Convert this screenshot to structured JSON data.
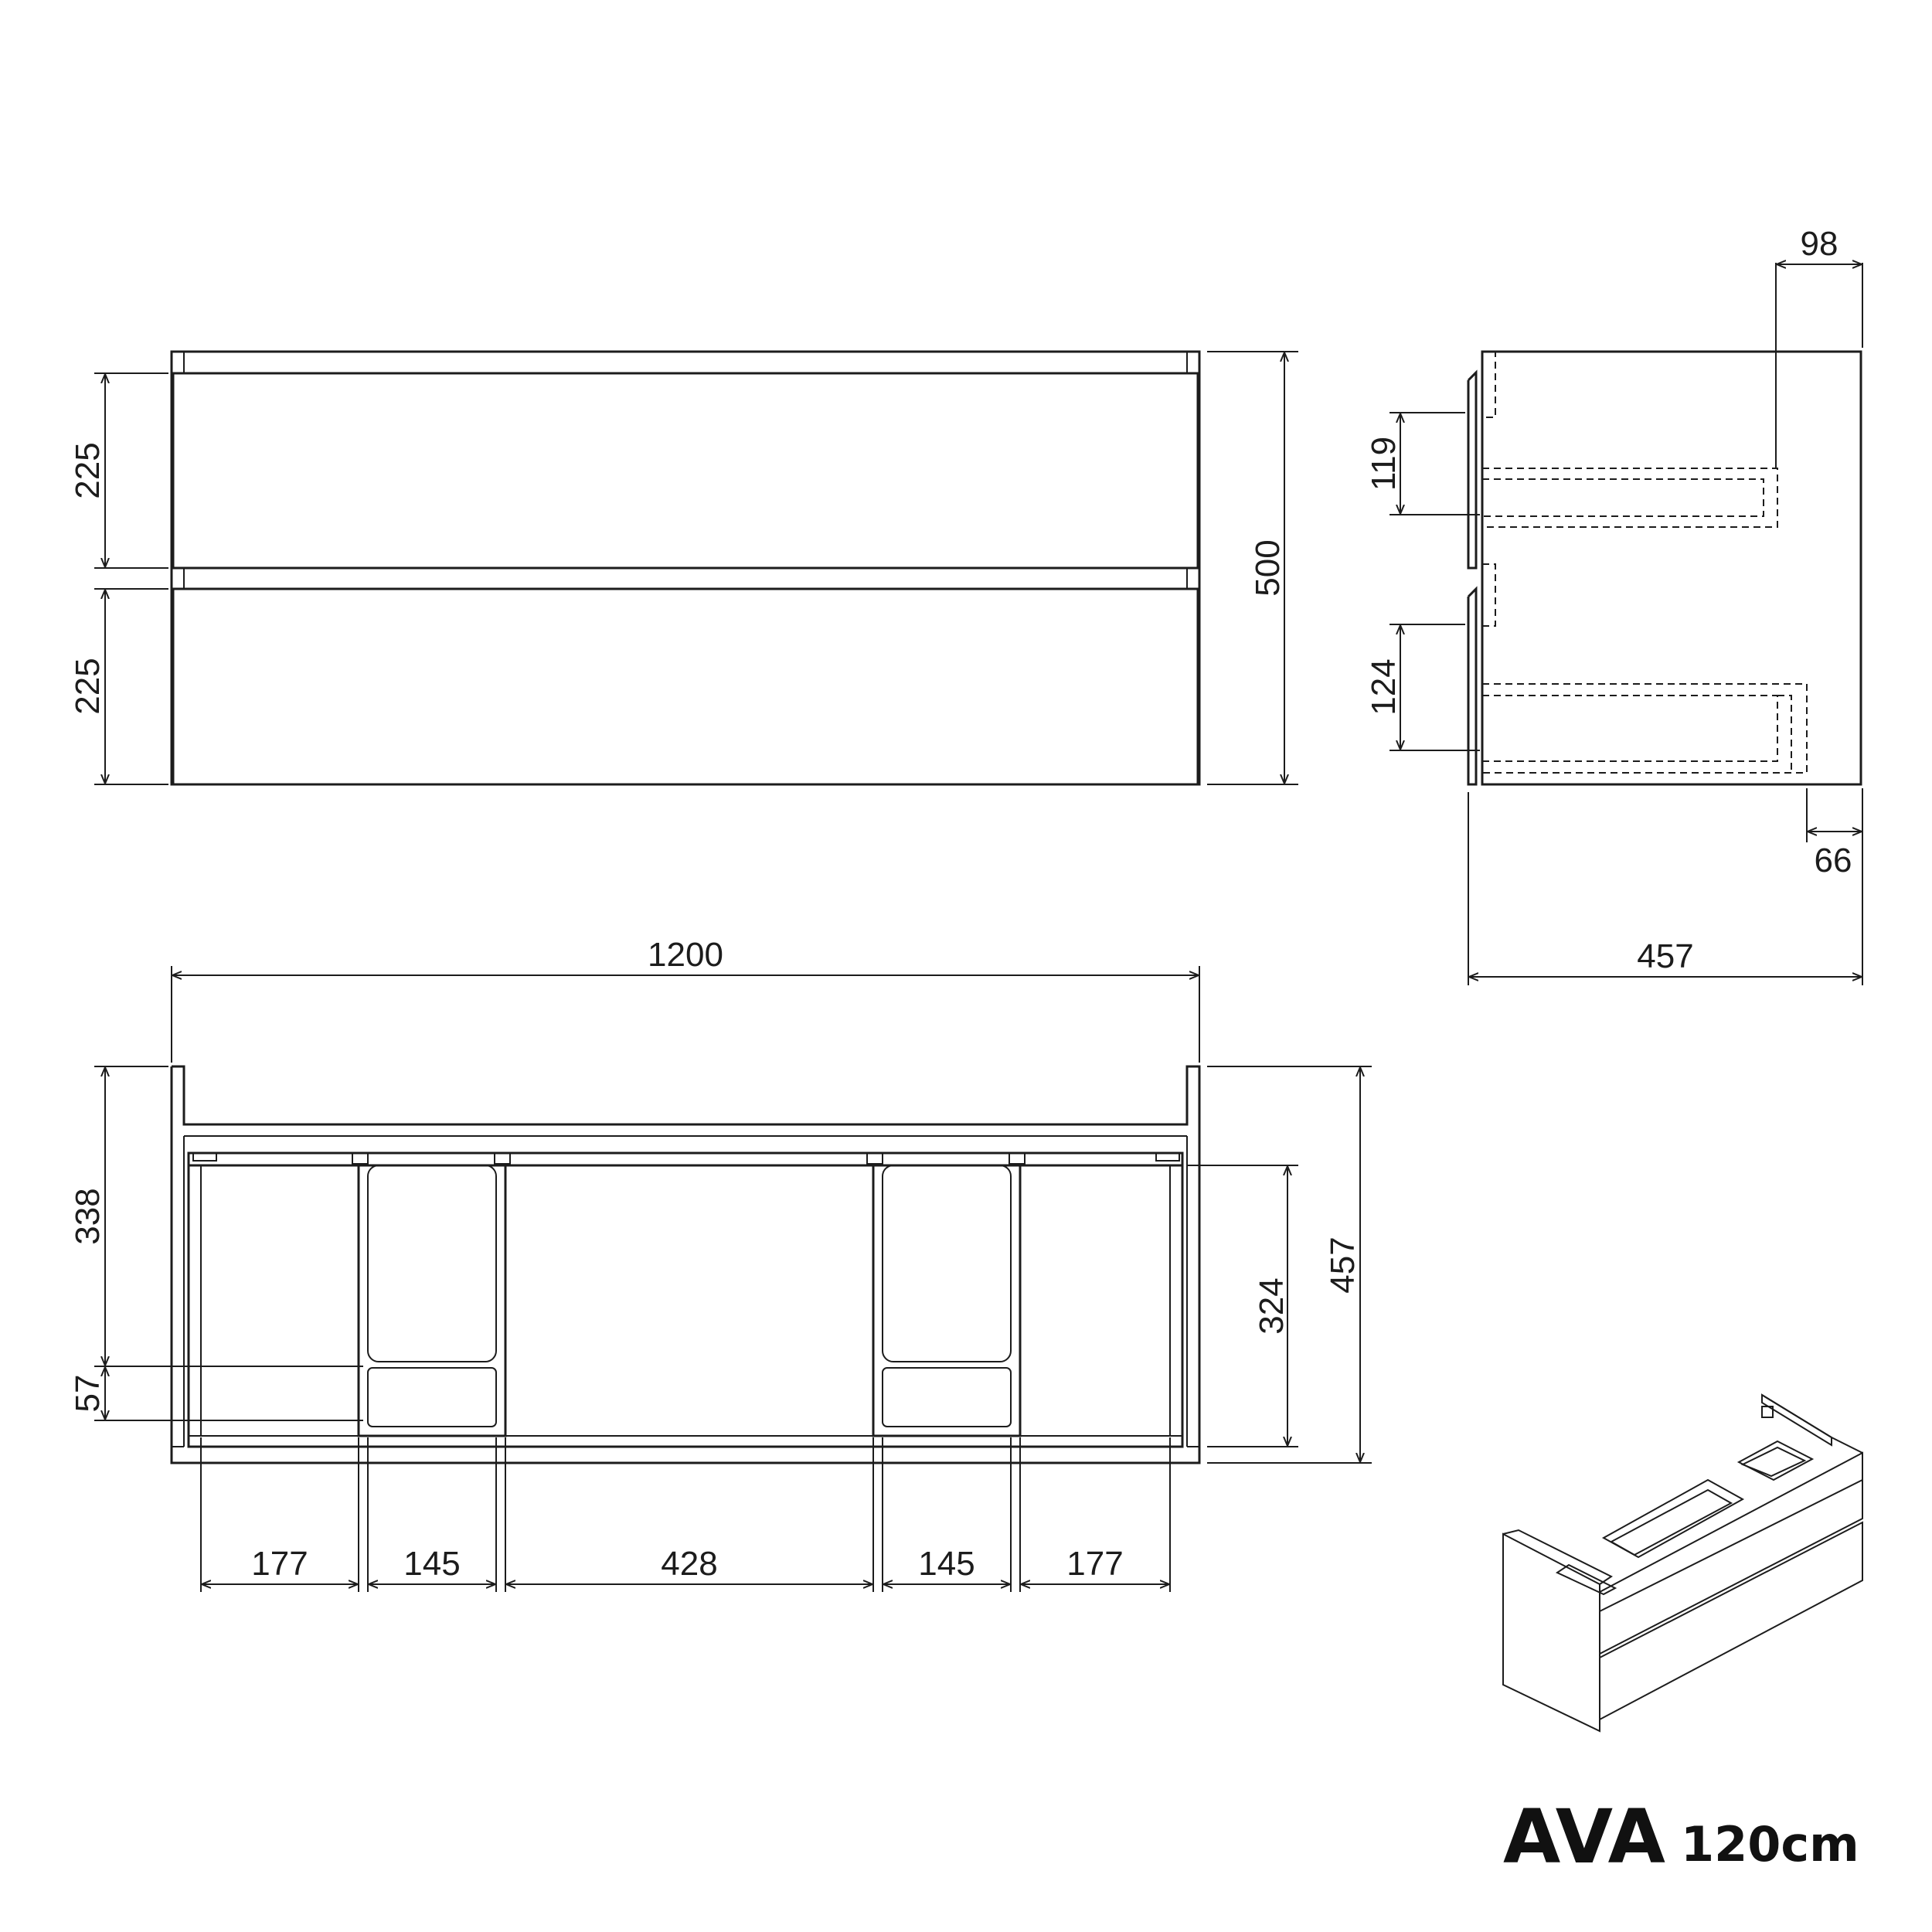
{
  "title": {
    "model": "AVA",
    "size": "120cm"
  },
  "front_view": {
    "drawer_top_height": "225",
    "drawer_bottom_height": "225",
    "total_height": "500"
  },
  "side_view": {
    "top_offset": "98",
    "upper_drawer_inner": "119",
    "lower_drawer_inner": "124",
    "bottom_offset": "66",
    "depth": "457"
  },
  "top_view": {
    "total_width": "1200",
    "left_depth": "338",
    "left_small": "57",
    "inner_depth": "324",
    "total_depth": "457",
    "widths": [
      "177",
      "145",
      "428",
      "145",
      "177"
    ]
  }
}
